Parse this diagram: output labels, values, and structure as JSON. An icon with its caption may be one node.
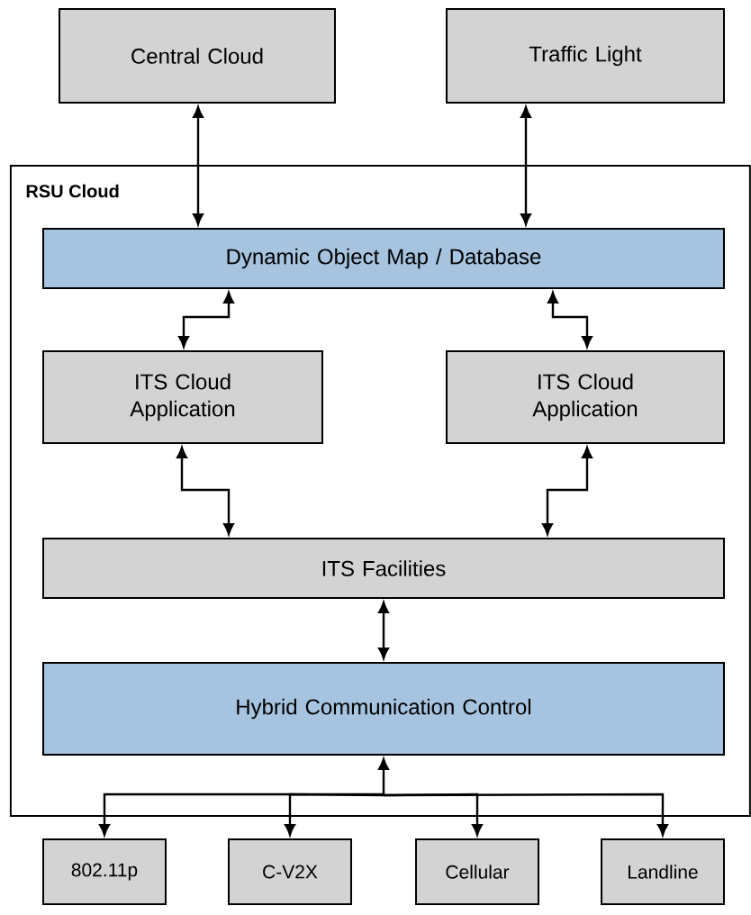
{
  "diagram": {
    "nodes": [
      {
        "text": [
          "Central Cloud"
        ]
      },
      {
        "text": [
          "Traffic Light"
        ]
      },
      {
        "text": [
          "RSU Cloud"
        ]
      },
      {
        "text": [
          "Dynamic Object Map / Database"
        ],
        "in": 2
      },
      {
        "text": [
          "ITS Cloud Application"
        ],
        "in": 2
      },
      {
        "text": [
          "ITS Cloud Application"
        ],
        "in": 2
      },
      {
        "text": [
          "ITS Facilities"
        ],
        "in": 2
      },
      {
        "text": [
          "Hybrid Communication Control"
        ],
        "in": 2
      },
      {
        "text": [
          "802.11p"
        ]
      },
      {
        "text": [
          "C-V2X"
        ]
      },
      {
        "text": [
          "Cellular"
        ]
      },
      {
        "text": [
          "Landline"
        ]
      }
    ],
    "edges": [
      {
        "from": 0,
        "to": 3,
        "arrow": "both"
      },
      {
        "from": 1,
        "to": 3,
        "arrow": "both"
      },
      {
        "from": 3,
        "to": 4,
        "arrow": "both"
      },
      {
        "from": 3,
        "to": 5,
        "arrow": "both"
      },
      {
        "from": 4,
        "to": 6,
        "arrow": "both"
      },
      {
        "from": 5,
        "to": 6,
        "arrow": "both"
      },
      {
        "from": 6,
        "to": 7,
        "arrow": "both"
      },
      {
        "from": 7,
        "to": 8,
        "arrow": "both"
      },
      {
        "from": 7,
        "to": 9,
        "arrow": "to"
      },
      {
        "from": 7,
        "to": 10,
        "arrow": "to"
      },
      {
        "from": 7,
        "to": 11,
        "arrow": "to"
      }
    ]
  }
}
